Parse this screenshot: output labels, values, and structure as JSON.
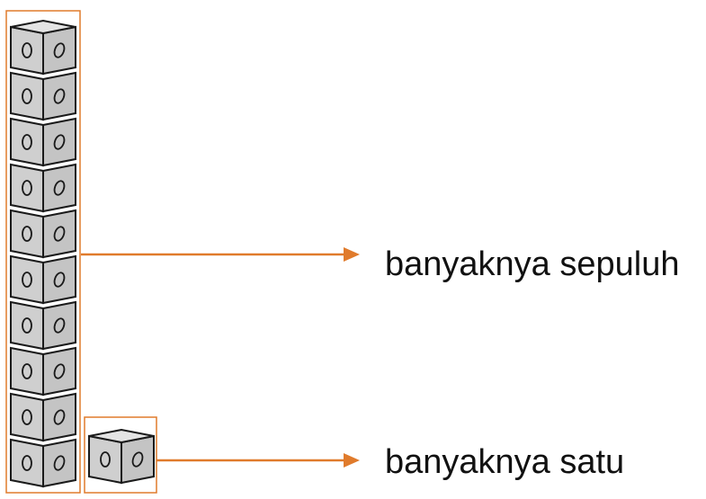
{
  "labels": {
    "tens": "banyaknya sepuluh",
    "ones": "banyaknya satu"
  },
  "rod": {
    "cube_count": 10,
    "face_mark": "O"
  },
  "unit": {
    "cube_count": 1,
    "face_mark": "O"
  },
  "colors": {
    "cube_face": "#cfcfcf",
    "cube_top": "#e4e4e4",
    "outline": "#1a1a1a",
    "accent": "#e07b2c",
    "text": "#111111"
  }
}
